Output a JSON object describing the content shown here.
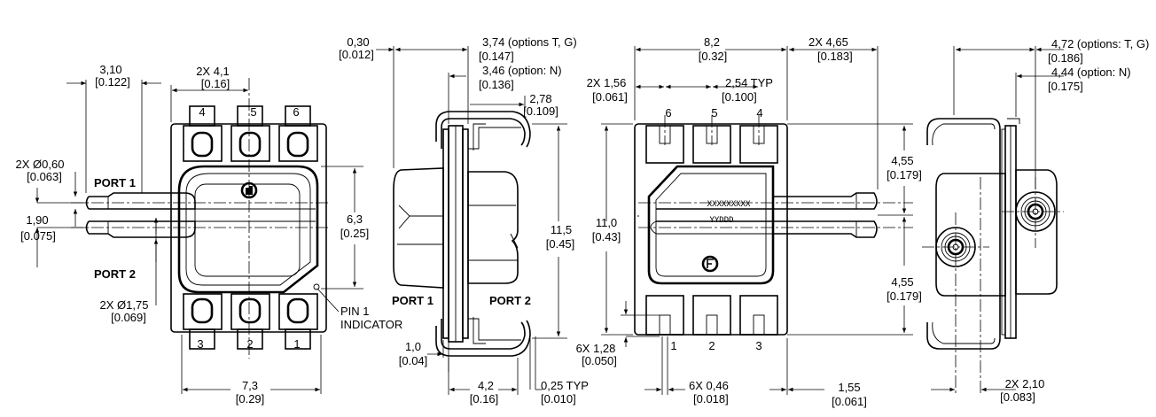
{
  "view1": {
    "pin_labels_top": [
      "4",
      "5",
      "6"
    ],
    "pin_labels_bottom": [
      "3",
      "2",
      "1"
    ],
    "port1_label": "PORT 1",
    "port2_label": "PORT 2",
    "pin1_label_line1": "PIN 1",
    "pin1_label_line2": "INDICATOR",
    "dim_310": [
      "3,10",
      "[0.122]"
    ],
    "dim_41": [
      "2X 4,1",
      "[0.16]"
    ],
    "dim_060": [
      "2X Ø0,60",
      "[0.063]"
    ],
    "dim_190": [
      "1,90",
      "[0.075]"
    ],
    "dim_63": [
      "6,3",
      "[0.25]"
    ],
    "dim_175": [
      "2X Ø1,75",
      "[0.069]"
    ],
    "dim_73": [
      "7,3",
      "[0.29]"
    ]
  },
  "view2": {
    "port1_label": "PORT 1",
    "port2_label": "PORT 2",
    "dim_030": [
      "0,30",
      "[0.012]"
    ],
    "dim_374": [
      "3,74 (options T, G)",
      "[0.147]"
    ],
    "dim_346": [
      "3,46 (option: N)",
      "[0.136]"
    ],
    "dim_278": [
      "2,78",
      "[0.109]"
    ],
    "dim_115": [
      "11,5",
      "[0.45]"
    ],
    "dim_10": [
      "1,0",
      "[0.04]"
    ],
    "dim_42": [
      "4,2",
      "[0.16]"
    ],
    "dim_025": [
      "0,25 TYP",
      "[0.010]"
    ]
  },
  "view3": {
    "pin_labels_top": [
      "6",
      "5",
      "4"
    ],
    "pin_labels_bottom": [
      "1",
      "2",
      "3"
    ],
    "marking_line1": "XXXXXXXXX",
    "marking_line2": "YYDDD",
    "dim_82": [
      "8,2",
      "[0.32]"
    ],
    "dim_156": [
      "2X 1,56",
      "[0.061]"
    ],
    "dim_254": [
      "2,54 TYP",
      "[0.100]"
    ],
    "dim_465": [
      "2X 4,65",
      "[0.183]"
    ],
    "dim_110": [
      "11,0",
      "[0.43]"
    ],
    "dim_455_top": [
      "4,55",
      "[0.179]"
    ],
    "dim_455_bottom": [
      "4,55",
      "[0.179]"
    ],
    "dim_128": [
      "6X 1,28",
      "[0.050]"
    ],
    "dim_046": [
      "6X 0,46",
      "[0.018]"
    ],
    "dim_155": [
      "1,55",
      "[0.061]"
    ]
  },
  "view4": {
    "dim_472": [
      "4,72 (options: T, G)",
      "[0.186]"
    ],
    "dim_444": [
      "4,44 (option: N)",
      "[0.175]"
    ],
    "dim_210": [
      "2X 2,10",
      "[0.083]"
    ]
  }
}
